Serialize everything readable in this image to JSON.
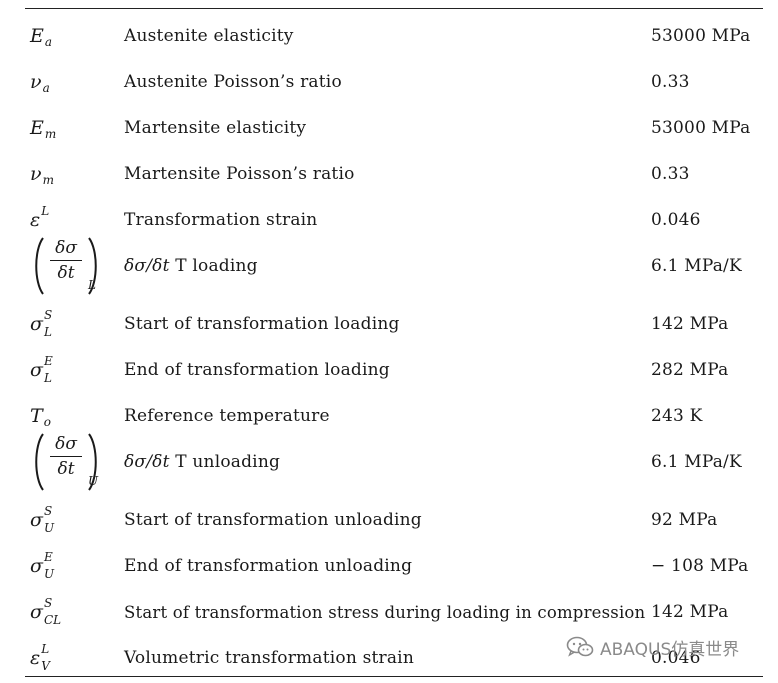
{
  "rows": [
    {
      "symbol": {
        "base": "E",
        "sub": "a"
      },
      "description": "Austenite elasticity",
      "value": "53000 MPa"
    },
    {
      "symbol": {
        "base": "ν",
        "sub": "a"
      },
      "description": "Austenite Poisson’s ratio",
      "value": "0.33"
    },
    {
      "symbol": {
        "base": "E",
        "sub": "m"
      },
      "description": "Martensite elasticity",
      "value": "53000 MPa"
    },
    {
      "symbol": {
        "base": "ν",
        "sub": "m"
      },
      "description": "Martensite Poisson’s ratio",
      "value": "0.33"
    },
    {
      "symbol": {
        "base": "ε",
        "sup": "L"
      },
      "description": "Transformation strain",
      "value": "0.046"
    },
    {
      "symbol": {
        "numerator": "δσ",
        "denominator": "δt",
        "sub": "L"
      },
      "description": {
        "math": "δσ/δt",
        "text": "T loading"
      },
      "value": "6.1 MPa/K"
    },
    {
      "symbol": {
        "base": "σ",
        "sup": "S",
        "sub": "L"
      },
      "description": "Start of transformation loading",
      "value": "142 MPa"
    },
    {
      "symbol": {
        "base": "σ",
        "sup": "E",
        "sub": "L"
      },
      "description": "End of transformation loading",
      "value": "282 MPa"
    },
    {
      "symbol": {
        "base": "T",
        "sub": "o"
      },
      "description": "Reference temperature",
      "value": "243 K"
    },
    {
      "symbol": {
        "numerator": "δσ",
        "denominator": "δt",
        "sub": "U"
      },
      "description": {
        "math": "δσ/δt",
        "text": "T unloading"
      },
      "value": "6.1 MPa/K"
    },
    {
      "symbol": {
        "base": "σ",
        "sup": "S",
        "sub": "U"
      },
      "description": "Start of transformation unloading",
      "value": "92 MPa"
    },
    {
      "symbol": {
        "base": "σ",
        "sup": "E",
        "sub": "U"
      },
      "description": "End of transformation unloading",
      "value": "− 108 MPa"
    },
    {
      "symbol": {
        "base": "σ",
        "sup": "S",
        "sub": "CL"
      },
      "description": "Start of transformation stress during loading in compression",
      "value": "142 MPa"
    },
    {
      "symbol": {
        "base": "ε",
        "sup": "L",
        "sub": "V"
      },
      "description": "Volumetric transformation strain",
      "value": "0.046"
    }
  ],
  "watermark": {
    "text": "ABAQUS仿真世界",
    "icon": "wechat-icon"
  }
}
